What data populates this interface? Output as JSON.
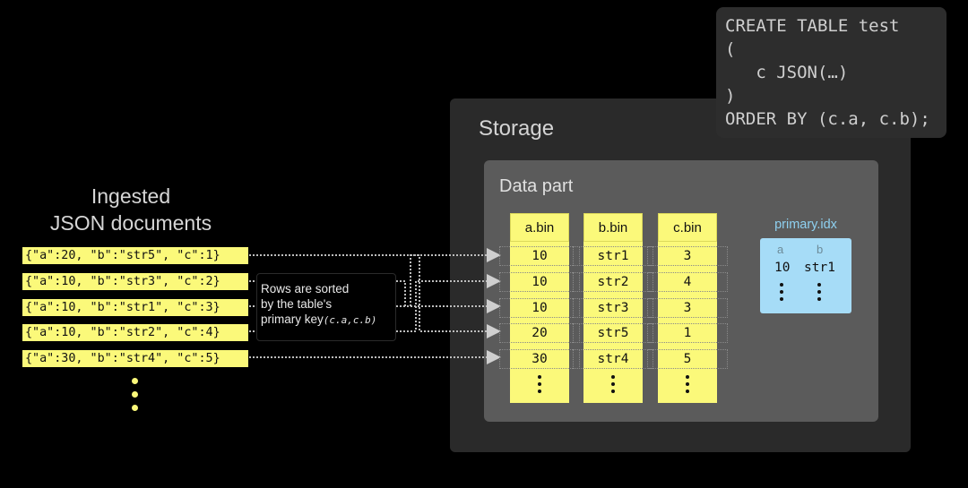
{
  "sql": {
    "lines": [
      "CREATE TABLE test",
      "(",
      "   c JSON(…)",
      ")",
      "ORDER BY (c.a, c.b);"
    ]
  },
  "storage": {
    "label": "Storage"
  },
  "data_part": {
    "label": "Data part"
  },
  "ingest": {
    "title_line1": "Ingested",
    "title_line2": "JSON documents",
    "docs": [
      "{\"a\":20, \"b\":\"str5\", \"c\":1}",
      "{\"a\":10, \"b\":\"str3\", \"c\":2}",
      "{\"a\":10, \"b\":\"str1\", \"c\":3}",
      "{\"a\":10, \"b\":\"str2\", \"c\":4}",
      "{\"a\":30, \"b\":\"str4\", \"c\":5}"
    ]
  },
  "sort_note": {
    "line1": "Rows are sorted",
    "line2": "by the table's",
    "line3": "primary key",
    "key": "(c.a,c.b)"
  },
  "columns": [
    {
      "name": "a.bin",
      "values": [
        "10",
        "10",
        "10",
        "20",
        "30"
      ]
    },
    {
      "name": "b.bin",
      "values": [
        "str1",
        "str2",
        "str3",
        "str5",
        "str4"
      ]
    },
    {
      "name": "c.bin",
      "values": [
        "3",
        "4",
        "3",
        "1",
        "5"
      ]
    }
  ],
  "primary_idx": {
    "label": "primary.idx",
    "head_a": "a",
    "head_b": "b",
    "val_a": "10",
    "val_b": "str1"
  },
  "colors": {
    "yellow": "#fbf97a",
    "blue": "#a6dcf7",
    "storage": "#2a2a2a",
    "datapart": "#5b5b5b"
  }
}
